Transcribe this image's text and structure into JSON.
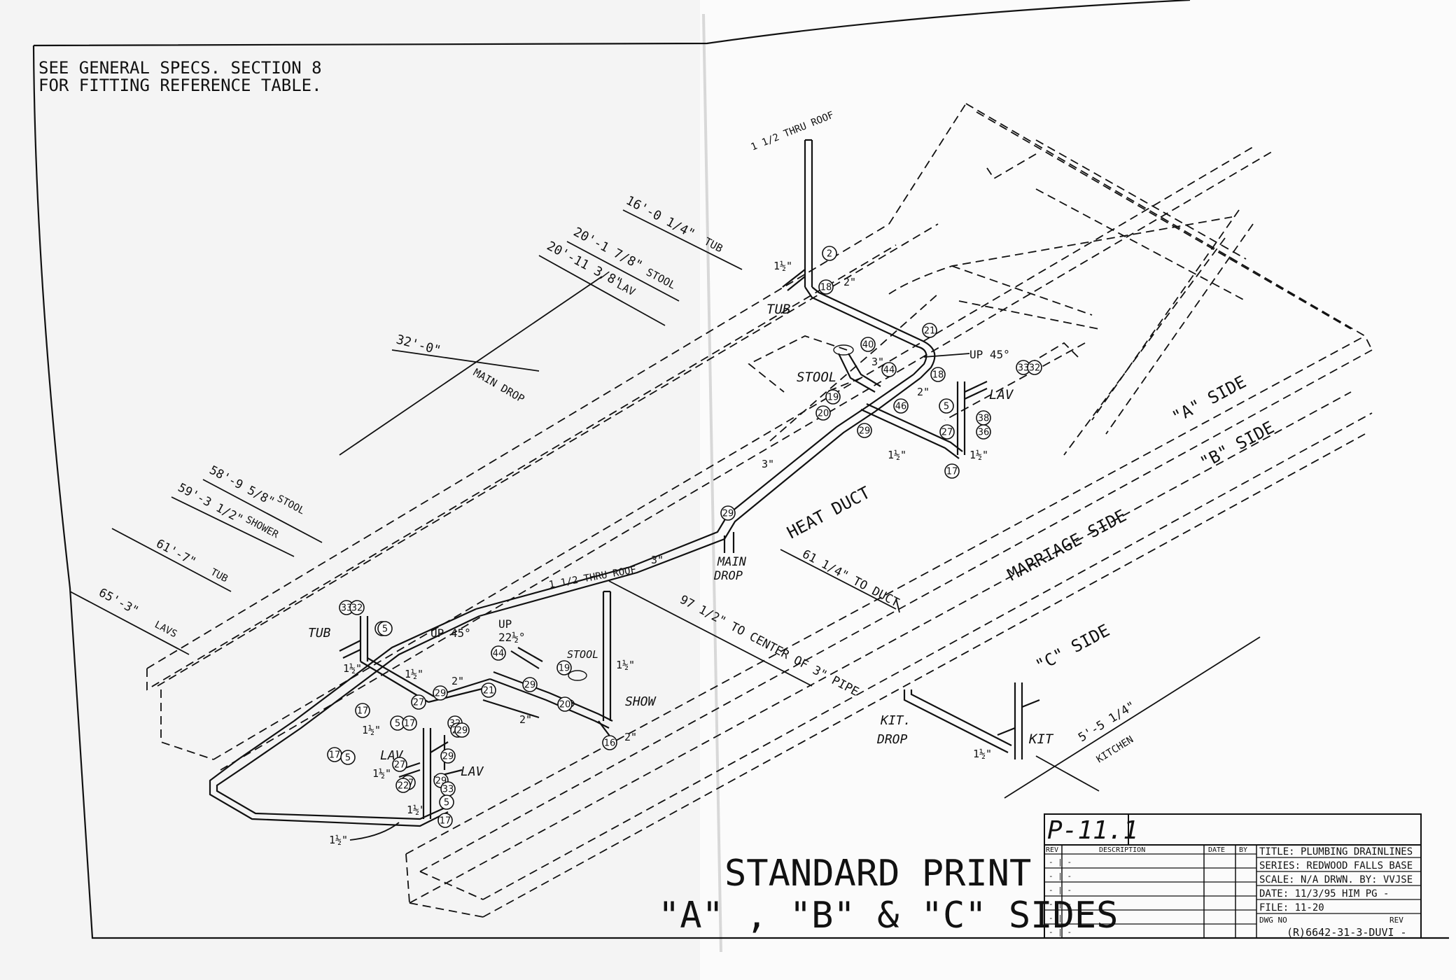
{
  "note": {
    "line1": "SEE GENERAL SPECS. SECTION 8",
    "line2": "FOR FITTING REFERENCE TABLE."
  },
  "vents": {
    "upper": "1 1/2 THRU ROOF",
    "lower": "1 1/2 THRU ROOF"
  },
  "dimensions": {
    "tub_upper": "16'-0 1/4\"",
    "tub_upper_label": "TUB",
    "stool_upper": "20'-1 7/8\"",
    "stool_upper_label": "STOOL",
    "lav_upper": "20'-11 3/8\"",
    "lav_upper_label": "LAV",
    "main_drop": "32'-0\"",
    "main_drop_label": "MAIN DROP",
    "stool_lower": "58'-9 5/8\"",
    "stool_lower_label": "STOOL",
    "shower": "59'-3 1/2\"",
    "shower_label": "SHOWER",
    "tub_lower": "61'-7\"",
    "tub_lower_label": "TUB",
    "lavs": "65'-3\"",
    "lavs_label": "LAVS",
    "to_duct": "61 1/4\" TO DUCT",
    "to_center": "97 1/2\" TO CENTER OF 3\" PIPE",
    "kitchen": "5'-5 1/4\"",
    "kitchen_label": "KITCHEN"
  },
  "labels": {
    "tub_a": "TUB",
    "stool_a": "STOOL",
    "lav_a": "LAV",
    "up45_a": "UP 45°",
    "heat_duct": "HEAT DUCT",
    "main_drop": "MAIN",
    "main_drop2": "DROP",
    "a_side": "\"A\" SIDE",
    "b_side": "\"B\" SIDE",
    "marriage_side": "MARRIAGE SIDE",
    "c_side": "\"C\" SIDE",
    "kit_drop": "KIT.",
    "kit_drop2": "DROP",
    "kit": "KIT",
    "tub_b": "TUB",
    "up45_b": "UP 45°",
    "up22_b": "UP",
    "up22_b2": "22½°",
    "stool_b": "STOOL",
    "show_b": "SHOW",
    "lav_b1": "LAV",
    "lav_b2": "LAV"
  },
  "pipe_sizes": {
    "s1": "1½\"",
    "s2": "2\"",
    "s3": "3\"",
    "s4": "2\"",
    "s5": "1½\"",
    "s6": "1½\"",
    "s7": "3\"",
    "s8": "3\"",
    "s9": "1½\"",
    "s10": "1½\"",
    "s11": "2\"",
    "s12": "2\"",
    "s13": "1½\"",
    "s14": "2\"",
    "s15": "1½\"",
    "s16": "1½\"",
    "s17": "1½\"",
    "s18": "1½\"",
    "s19": "1½\""
  },
  "fittings": [
    "2",
    "18",
    "21",
    "18",
    "40",
    "44",
    "46",
    "19",
    "20",
    "29",
    "5",
    "33",
    "32",
    "38",
    "36",
    "27",
    "17",
    "29",
    "17",
    "27",
    "5",
    "33",
    "32",
    "5",
    "21",
    "44",
    "29",
    "19",
    "20",
    "16",
    "29",
    "17",
    "5",
    "27",
    "17",
    "29",
    "33",
    "32",
    "5",
    "17",
    "27",
    "29",
    "5",
    "17",
    "22",
    "29"
  ],
  "title_banner": {
    "line1": "STANDARD PRINT",
    "line2": "\"A\" , \"B\" & \"C\" SIDES"
  },
  "title_block": {
    "sheet_no": "P-11.1",
    "headers": {
      "rev": "REV",
      "desc": "DESCRIPTION",
      "date": "DATE",
      "by": "BY"
    },
    "rows": [
      "- | -",
      "- | -",
      "- | -",
      "- | -",
      "- | -",
      "- | -"
    ],
    "title": "TITLE:  PLUMBING DRAINLINES",
    "series": "SERIES:  REDWOOD FALLS BASE",
    "scale": "SCALE:  N/A   DRWN. BY: VVJSE",
    "date": "DATE:  11/3/95   HIM PG  -",
    "file": "FILE:  11-20",
    "dwg": "DWG NO",
    "rev_label": "REV",
    "dwg_no": "(R)6642-31-3-DUVI  -"
  }
}
